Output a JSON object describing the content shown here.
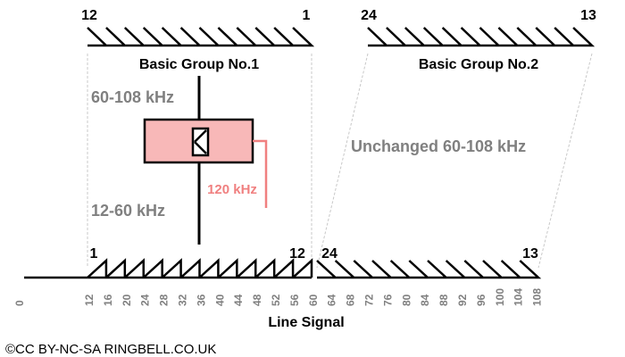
{
  "group1": {
    "title": "Basic Group No.1",
    "left_channel": "12",
    "right_channel": "1",
    "upper_band": "60-108 kHz",
    "lower_band": "12-60 kHz",
    "carrier": "120 kHz"
  },
  "group2": {
    "title": "Basic Group No.2",
    "left_channel": "24",
    "right_channel": "13",
    "note": "Unchanged 60-108 kHz"
  },
  "line_signal": {
    "title": "Line Signal",
    "channel_labels": [
      "1",
      "12",
      "24",
      "13"
    ],
    "frequency_ticks": [
      "0",
      "12",
      "16",
      "20",
      "24",
      "28",
      "32",
      "36",
      "40",
      "44",
      "48",
      "52",
      "56",
      "60",
      "64",
      "68",
      "72",
      "76",
      "80",
      "84",
      "88",
      "92",
      "96",
      "100",
      "104",
      "108"
    ]
  },
  "credit": "©CC BY-NC-SA  RINGBELL.CO.UK",
  "colors": {
    "mixer_fill": "#f8b8b8",
    "carrier_line": "#f08080",
    "muted_text": "#808080"
  }
}
